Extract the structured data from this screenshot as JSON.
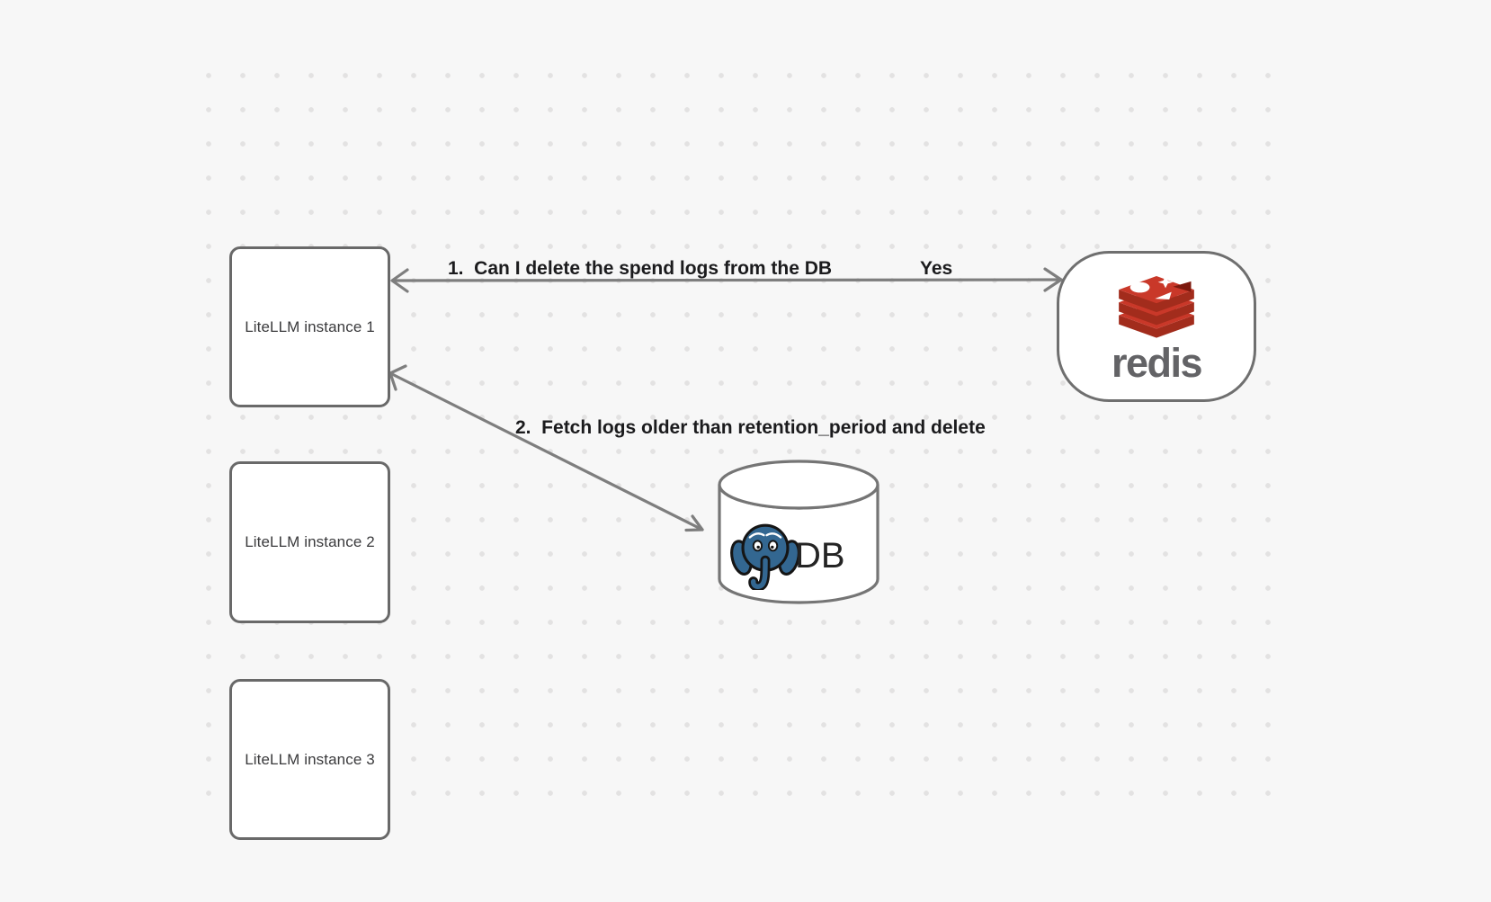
{
  "diagram": {
    "instances": [
      {
        "label": "LiteLLM instance 1"
      },
      {
        "label": "LiteLLM instance 2"
      },
      {
        "label": "LiteLLM instance 3"
      }
    ],
    "redis": {
      "wordmark": "redis"
    },
    "db": {
      "label": "DB"
    },
    "edges": {
      "query": {
        "label": "1.  Can I delete the spend logs from the DB",
        "response": "Yes"
      },
      "fetch": {
        "label": "2.  Fetch logs older than retention_period and delete"
      }
    },
    "colors": {
      "background": "#f7f7f7",
      "dots": "#e3e2e2",
      "node_border": "#696969",
      "arrow": "#7e7e7e",
      "edge_label_text": "#1b1b1d",
      "node_label_text": "#3a3a3c",
      "redis_red_top": "#c93829",
      "redis_red_front": "#a22c1c",
      "redis_red_dark": "#7c190d",
      "redis_wordmark": "#636366",
      "postgres_blue": "#336791",
      "db_text": "#242424"
    }
  }
}
